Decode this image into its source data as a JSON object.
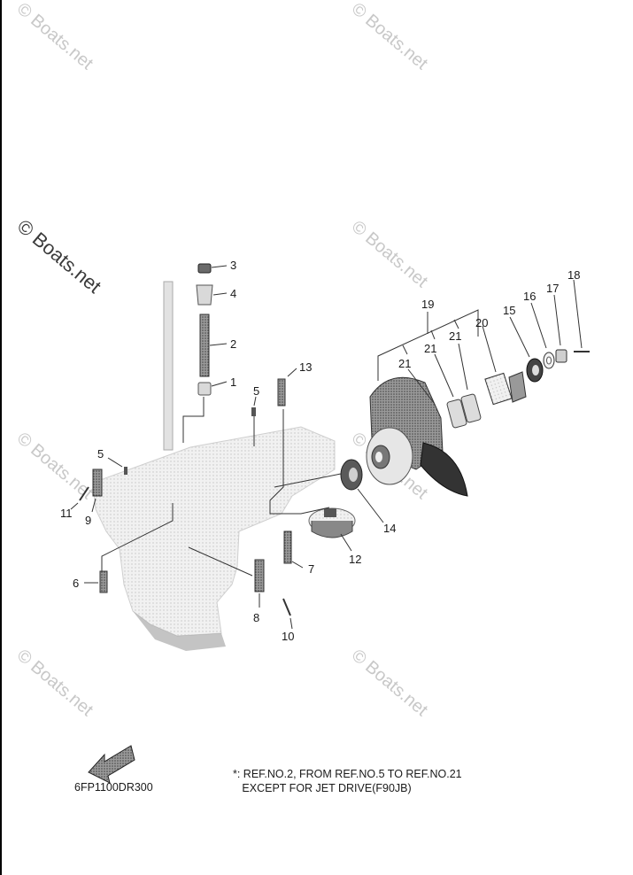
{
  "watermark": {
    "text": "© Boats.net",
    "text_dark": "© Boats.net"
  },
  "callouts": {
    "c1": "1",
    "c2": "2",
    "c3": "3",
    "c4": "4",
    "c5a": "5",
    "c5b": "5",
    "c6": "6",
    "c7": "7",
    "c8": "8",
    "c9": "9",
    "c10": "10",
    "c11": "11",
    "c12": "12",
    "c13": "13",
    "c14": "14",
    "c15": "15",
    "c16": "16",
    "c17": "17",
    "c18": "18",
    "c19": "19",
    "c20": "20",
    "c21a": "21",
    "c21b": "21",
    "c21c": "21"
  },
  "footer": {
    "diagram_code": "6FP1100DR300",
    "note_line1": "*: REF.NO.2, FROM REF.NO.5 TO REF.NO.21",
    "note_line2": "   EXCEPT FOR JET DRIVE(F90JB)"
  },
  "icons": {
    "front_arrow": "front-direction-arrow-icon"
  }
}
